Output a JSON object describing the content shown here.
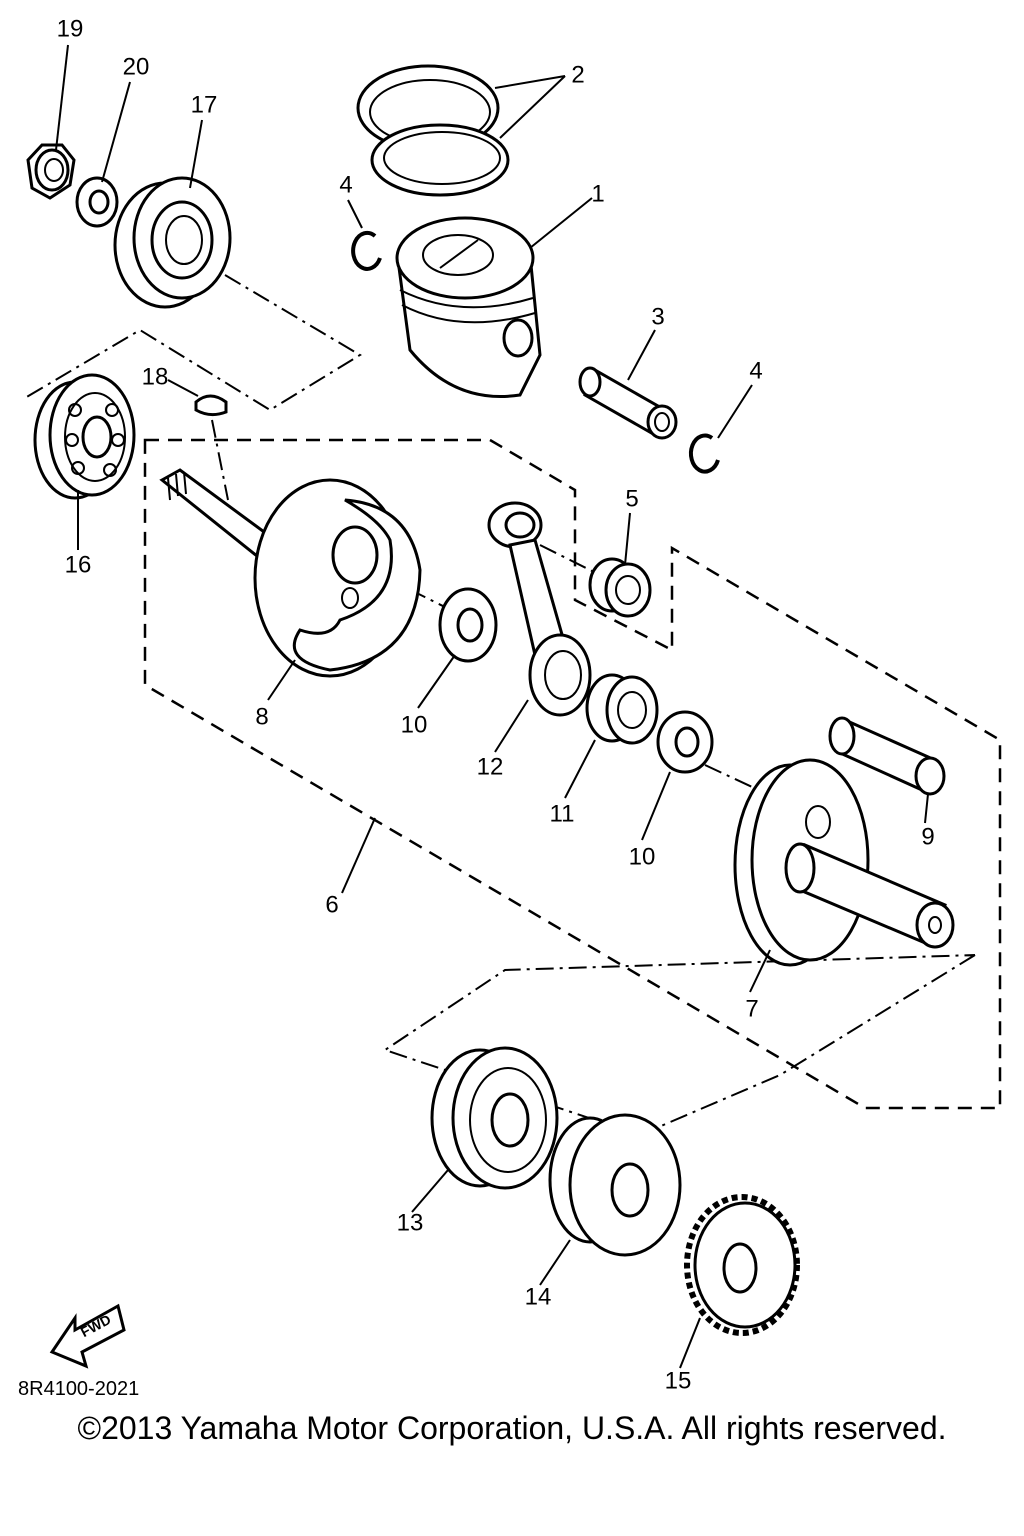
{
  "callouts": [
    {
      "id": "piston",
      "text": "1"
    },
    {
      "id": "piston-ring-set",
      "text": "2"
    },
    {
      "id": "piston-pin",
      "text": "3"
    },
    {
      "id": "circlip-left",
      "text": "4"
    },
    {
      "id": "circlip-right",
      "text": "4"
    },
    {
      "id": "small-end-bearing",
      "text": "5"
    },
    {
      "id": "crankshaft-assembly",
      "text": "6"
    },
    {
      "id": "crank-right",
      "text": "7"
    },
    {
      "id": "crank-left",
      "text": "8"
    },
    {
      "id": "crank-pin",
      "text": "9"
    },
    {
      "id": "washer-left",
      "text": "10"
    },
    {
      "id": "washer-right",
      "text": "10"
    },
    {
      "id": "big-end-bearing",
      "text": "11"
    },
    {
      "id": "connecting-rod",
      "text": "12"
    },
    {
      "id": "bearing-right",
      "text": "13"
    },
    {
      "id": "oil-seal-right",
      "text": "14"
    },
    {
      "id": "primary-drive-gear",
      "text": "15"
    },
    {
      "id": "bearing-left",
      "text": "16"
    },
    {
      "id": "oil-seal-left",
      "text": "17"
    },
    {
      "id": "woodruff-key",
      "text": "18"
    },
    {
      "id": "nut",
      "text": "19"
    },
    {
      "id": "lock-washer",
      "text": "20"
    }
  ],
  "fwd_label": "FWD",
  "diagram_code": "8R4100-2021",
  "copyright": "©2013 Yamaha Motor Corporation, U.S.A. All rights reserved."
}
